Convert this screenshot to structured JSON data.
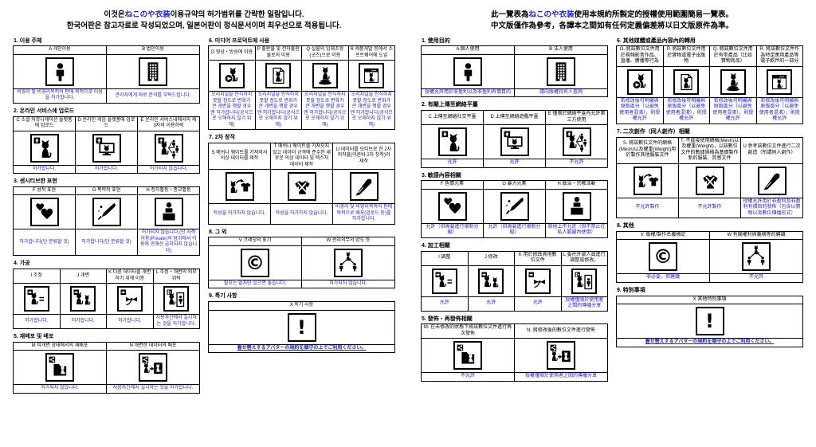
{
  "accent_color": "#2222cc",
  "panels": [
    {
      "id": "korean",
      "header": {
        "line1_prefix": "이것은",
        "brand": "ねこのや衣装",
        "line1_suffix": "이용규약의 허가범위를 간략한 일람입니다.",
        "line2": "한국어판은 참고자료로 작성되었으며, 일본어판이 정식문서이며 최우선으로 적용됩니다."
      },
      "columns": [
        [
          {
            "title": "1. 이용 주체",
            "cells": [
              {
                "label": "A 개인이용",
                "icon": "person-icon",
                "text": "비영리 및 비영리목적의 판매 목적으로 이용을 허가합니다."
              },
              {
                "label": "B 법인이용",
                "icon": "building-icon",
                "text": "관리자에게 따로 문의를 부탁드립니다."
              }
            ]
          },
          {
            "title": "2. 온라인 서비스에 업로드",
            "cells": [
              {
                "label": "C 소셜 커뮤니케이션 플랫폼에 업로드",
                "icon": "social-upload-icon",
                "text": "허가합니다."
              },
              {
                "label": "D 온라인 게임 플랫폼에 업로드",
                "icon": "game-upload-icon",
                "text": "허가합니다."
              },
              {
                "label": "E 온라인 서비스내에서의 제 3자의 이용허락",
                "icon": "third-party-network-icon",
                "text": "허가되지 않습니다."
              }
            ]
          },
          {
            "title": "3. 센시티브한 표현",
            "cells": [
              {
                "label": "F 성적 표현",
                "icon": "hearts-icon",
                "text": "허가합니다(단 분류할 것)"
              },
              {
                "label": "G 폭력적 표현",
                "icon": "knife-icon",
                "text": "허가합니다(단 분류할 것)"
              },
              {
                "label": "H 정치활동・종교활동",
                "icon": "podium-icon",
                "text": "허가되지 않습니다.(단 사적이용(Private)의 범위에서 이용에 관해선 금지되지 않습니다)"
              }
            ]
          },
          {
            "title": "4. 가공",
            "cells": [
              {
                "label": "I 조정",
                "icon": "adjust-icon",
                "text": "허가합니다."
              },
              {
                "label": "J 개변",
                "icon": "modify-icon",
                "text": "허가합니다."
              },
              {
                "label": "K 다른 데이터를 개변하기 위해 이용",
                "icon": "modify-other-icon",
                "text": "허가합니다."
              },
              {
                "label": "L 조정・개변의 외부위탁",
                "icon": "outsource-icon",
                "text": "사용자간에서 실시하는 것을 허가합니다."
              }
            ]
          },
          {
            "title": "5. 재배포 및 배포",
            "cells": [
              {
                "label": "M 미개변 상태에서의 재배포",
                "icon": "redistribute-icon",
                "text": "허가되지 않습니다."
              },
              {
                "label": "N 개변한 데이터의 배포",
                "icon": "distribute-modified-icon",
                "text": "사용자간에서 실시하는 것을 허가합니다."
              }
            ]
          }
        ],
        [
          {
            "title": "6. 미디어 프로덕트에 사용",
            "cells": [
              {
                "label": "O 영상・방송에 이용",
                "icon": "video-icon",
                "text": "오리지널을 인식하지 못할 정도로 변화가 큰 개변을 행할 경우엔 허가합니다(공식으로 오해하지 않기 위해)"
              },
              {
                "label": "P 출판물 및 전자출판물로의 이용",
                "icon": "publication-icon",
                "text": "오리지널을 인식하지 못할 정도로 변화가 큰 개변을 행할 경우엔 허가합니다(공식으로 오해하지 않기 위해)"
              },
              {
                "label": "Q 실물의 입체조형(굿즈)으로 이용",
                "icon": "figurine-icon",
                "text": "오리지널을 인식하지 못할 정도로 변화가 큰 개변을 행할 경우엔 허가합니다(공식으로 오해하지 않기 위해)"
              },
              {
                "label": "R 제품개발 등에서 소프트웨어에 도입",
                "icon": "software-icon",
                "text": "오리지널을 인식하지 못할 정도로 변화가 큰 개변을 행할 경우엔 허가합니다(공식으로 오해하지 않기 위해)"
              }
            ]
          },
          {
            "title": "7. 2차 창작",
            "cells": [
              {
                "label": "S 메쉬나 웨이트를 가져와서 의상 데이터를 제작",
                "icon": "mesh-costume-icon",
                "text": "작성을 허가하지 않습니다."
              },
              {
                "label": "T 메쉬나 웨이트를 가져오지 않고 데이터 규격에 준수한 새로운 의상 데이터 및 텍스처 데이터 제작",
                "icon": "new-costume-icon",
                "text": "작성을 허가하지 않습니다."
              },
              {
                "label": "U 데이터를 모티브로 한 2차 저작물(이른바 2차 창작)의 제작",
                "icon": "pen-icon",
                "text": "비영리 및 비영리목적의 판매 목적으로 배포(업로드 등)를 허가합니다."
              }
            ]
          },
          {
            "title": "8. 그 외",
            "cells": [
              {
                "label": "V 크레딧의 표기",
                "icon": "copyright-icon",
                "text": "필요는 없지만 있으면 좋습니다."
              },
              {
                "label": "W 관리의무의 양도 등",
                "icon": "transfer-icon",
                "text": "허가되지 않습니다."
              }
            ]
          },
          {
            "title": "9. 특기 사항",
            "cells": [
              {
                "label": "X 특기 사항",
                "icon": "exclamation-icon",
                "text": "着せ替えするアバターの規約を順守の上でご利用ください。",
                "note": true
              }
            ]
          }
        ]
      ]
    },
    {
      "id": "chinese",
      "header": {
        "line1_prefix": "此一覽表為",
        "brand": "ねこのや衣装",
        "line1_suffix": "使用本規約所製定的授權使用範圍簡易一覽表。",
        "line2": "中文版僅作為參考，各譯本之間如有任何定義偏差將以日文版原件為準。"
      },
      "columns": [
        [
          {
            "title": "1. 使用目的",
            "cells": [
              {
                "label": "A 個人使用",
                "icon": "person-icon",
                "text": "授權允許用於非盈利以及非盈利有償目的"
              },
              {
                "label": "B 法人使用",
                "icon": "building-icon",
                "text": "請向版權持有人查詢"
              }
            ]
          },
          {
            "title": "2. 有關上傳至網絡平臺",
            "cells": [
              {
                "label": "C 上傳至網絡社交平臺",
                "icon": "social-upload-icon",
                "text": "允許"
              },
              {
                "label": "D 上傳至網絡遊戲平臺",
                "icon": "game-upload-icon",
                "text": "允許"
              },
              {
                "label": "E 僅限於網絡平臺內允許第三方使用",
                "icon": "third-party-network-icon",
                "text": "不允許"
              }
            ]
          },
          {
            "title": "3. 敏感內容相關",
            "cells": [
              {
                "label": "F 色情元素",
                "icon": "hearts-icon",
                "text": "允許（但需要進行限制分級）"
              },
              {
                "label": "G 暴力元素",
                "icon": "knife-icon",
                "text": "允許（但需要進行限制分級）"
              },
              {
                "label": "H 政治・宗教活動",
                "icon": "podium-icon",
                "text": "原則上不允許（但不禁止在私人範圍內使用）"
              }
            ]
          },
          {
            "title": "4. 加工相關",
            "cells": [
              {
                "label": "I 調整",
                "icon": "adjust-icon",
                "text": "允許"
              },
              {
                "label": "J 修改",
                "icon": "modify-icon",
                "text": "允許"
              },
              {
                "label": "K 用於修改其他數位文件",
                "icon": "modify-other-icon",
                "text": "允許"
              },
              {
                "label": "L 委托外部人員進行調整或修改。",
                "icon": "outsource-icon",
                "text": "授權僅限於使用者之間的傳播分享"
              }
            ]
          },
          {
            "title": "5. 發佈・再發佈相關",
            "cells": [
              {
                "label": "M. 在未修改的狀態下將該數位文件進行再次發佈",
                "icon": "redistribute-icon",
                "text": "不允許"
              },
              {
                "label": "N. 將修改後的數位文件進行發佈",
                "icon": "distribute-modified-icon",
                "text": "授權僅限於使用者之間的傳播分享"
              }
            ]
          }
        ],
        [
          {
            "title": "6. 其他媒體或產品內容內的轉用",
            "cells": [
              {
                "label": "O. 將該數位文件用於視頻影音作品、直播、廣播等行為",
                "icon": "video-icon",
                "text": "若修改後可明顯與原版區分（以避免使用者混淆），則授權允許"
              },
              {
                "label": "P. 將該數位文件用於實物或電子出版物",
                "icon": "publication-icon",
                "text": "若修改後可明顯與原版區分（以避免使用者混淆），則授權允許"
              },
              {
                "label": "Q. 將該數位文件用於有型產品（比如實物商品）",
                "icon": "figurine-icon",
                "text": "若修改後可明顯與原版區分（以避免使用者混淆），則授權允許"
              },
              {
                "label": "R. 將該數位文件作為特定應用產品等電子軟件的一部分",
                "icon": "software-icon",
                "text": "若修改後可明顯與原版區分（以避免使用者混淆），則授權允許"
              }
            ]
          },
          {
            "title": "7. 二次創作（同人創作）相關",
            "cells": [
              {
                "label": "S. 將該數位文件的網格(Mesh)以及權重(Weight)用於製作其他服裝文件",
                "icon": "mesh-costume-icon",
                "text": "不允許製作"
              },
              {
                "label": "T. 不直接使用網格(Mesh)以及權重(Weight)，以該數位文件的數據規格為基礎製作新的服裝、質感文件",
                "icon": "new-costume-icon",
                "text": "不允許製作"
              },
              {
                "label": "U 參考該數位文件進行二次創造（所謂同人創作）",
                "icon": "pen-icon",
                "text": "授權允許用於非盈利及非盈利有償目的發佈（包含以實物以及數位傳播形式）"
              }
            ]
          },
          {
            "title": "8. 其他",
            "cells": [
              {
                "label": "V. 版權/製作名義標記",
                "icon": "copyright-icon",
                "text": "非必要，但建議"
              },
              {
                "label": "W 有關權利與義務等的轉讓",
                "icon": "transfer-icon",
                "text": "不允許"
              }
            ]
          },
          {
            "title": "9. 特別事項",
            "cells": [
              {
                "label": "X 其他特別事項",
                "icon": "exclamation-icon",
                "text": "着せ替えするアバターの規約を順守の上でご利用ください。",
                "note": true
              }
            ]
          }
        ]
      ]
    }
  ]
}
